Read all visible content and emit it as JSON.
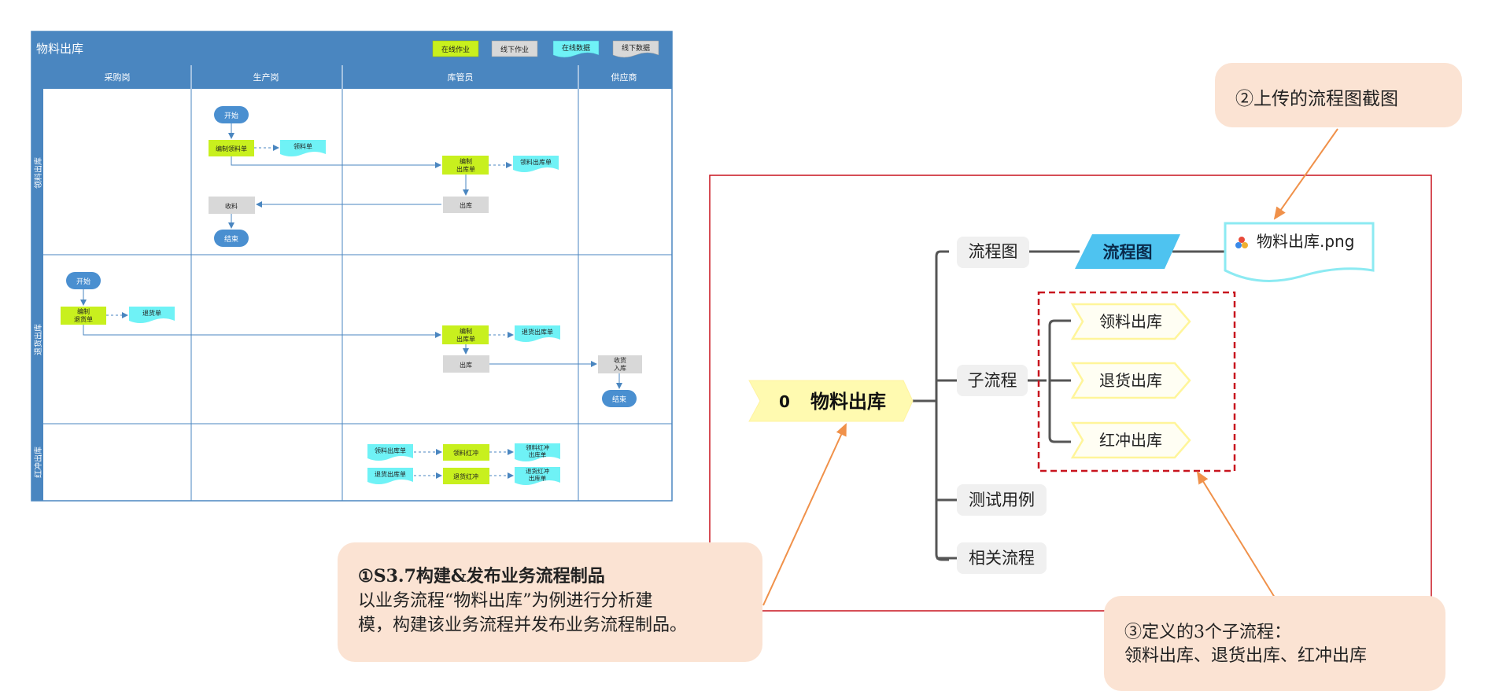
{
  "swimlane": {
    "title": "物料出库",
    "legend": [
      "在线作业",
      "线下作业",
      "在线数据",
      "线下数据"
    ],
    "columns": [
      "采购岗",
      "生产岗",
      "库管员",
      "供应商"
    ],
    "rows": [
      "领料出库",
      "退货出库",
      "红冲出库"
    ],
    "nodes": {
      "start1": "开始",
      "prep_req": "编制领料单",
      "req_doc": "领料单",
      "prep_out1": [
        "编制",
        "出库单"
      ],
      "out_doc1": "领料出库单",
      "outbound1": "出库",
      "receive": "收料",
      "end1": "结束",
      "start2": "开始",
      "prep_ret": [
        "编制",
        "退货单"
      ],
      "ret_doc": "退货单",
      "prep_out2": [
        "编制",
        "出库单"
      ],
      "out_doc2": "退货出库单",
      "outbound2": "出库",
      "recv_in": [
        "收货",
        "入库"
      ],
      "end2": "结束",
      "r_doc1": "领料出库单",
      "r_act1": "领料红冲",
      "r_out1": [
        "领料红冲",
        "出库单"
      ],
      "r_doc2": "退货出库单",
      "r_act2": "退货红冲",
      "r_out2": [
        "退货红冲",
        "出库单"
      ]
    }
  },
  "mindmap": {
    "root": "物料出库",
    "root_badge": "0",
    "branches": [
      "流程图",
      "子流程",
      "测试用例",
      "相关流程"
    ],
    "flow_tag": "流程图",
    "file_name": "物料出库.png",
    "subflows": [
      "领料出库",
      "退货出库",
      "红冲出库"
    ]
  },
  "callouts": {
    "c1_title": "①S3.7构建&发布业务流程制品",
    "c1_line1": "以业务流程“物料出库”为例进行分析建",
    "c1_line2": "模，构建该业务流程并发布业务流程制品。",
    "c2": "②上传的流程图截图",
    "c3_line1": "③定义的3个子流程：",
    "c3_line2": "领料出库、退货出库、红冲出库"
  },
  "colors": {
    "header_blue": "#4a86c0",
    "online_task": "#c8f01e",
    "offline_task": "#d8d8d8",
    "online_data": "#6ff2f6",
    "terminal": "#4a8fd0",
    "callout_bg": "#fbe3d3",
    "arrow_orange": "#f0914a",
    "frame_red": "#c8141e",
    "subflow_yellow": "#fffab0",
    "tag_blue": "#4ec3f0"
  }
}
